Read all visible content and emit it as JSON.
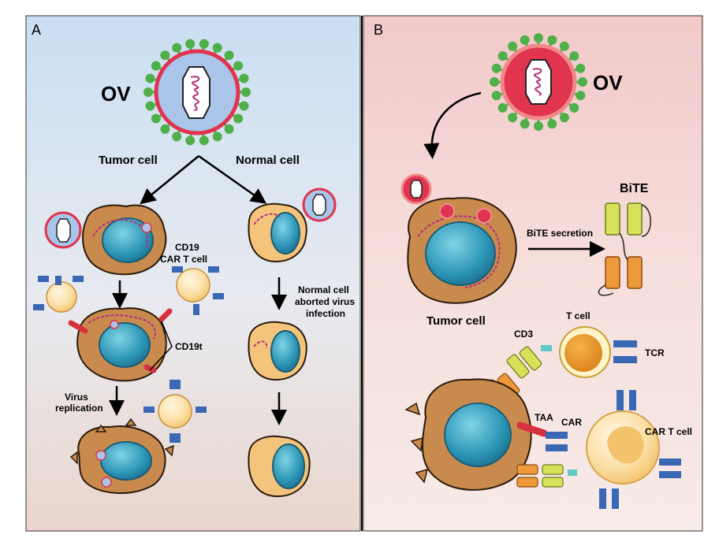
{
  "panel_a": {
    "letter": "A",
    "virus_label": "OV",
    "tumor_cell": "Tumor cell",
    "normal_cell": "Normal cell",
    "car_t_line1": "CD19",
    "car_t_line2": "CAR T cell",
    "cd19t": "CD19t",
    "normal_aborted_line1": "Normal cell",
    "normal_aborted_line2": "aborted virus",
    "normal_aborted_line3": "infection",
    "virus_replication_line1": "Virus",
    "virus_replication_line2": "replication"
  },
  "panel_b": {
    "letter": "B",
    "virus_label": "OV",
    "bite": "BiTE",
    "bite_secretion": "BiTE secretion",
    "tumor_cell": "Tumor cell",
    "t_cell": "T cell",
    "cd3": "CD3",
    "tcr": "TCR",
    "taa": "TAA",
    "car": "CAR",
    "car_t_cell": "CAR T cell"
  },
  "colors": {
    "panel_a_top": "#c9dff2",
    "panel_a_bottom": "#ead6cd",
    "panel_b_top": "#f2c9c9",
    "panel_b_bottom": "#f7e8e6",
    "tumor_brown": "#c98a4e",
    "nucleus_teal": "#2a93b4",
    "normal_cell": "#f5c47c",
    "virus_blue": "#9cbde4",
    "virus_red": "#e0344f",
    "spike_green": "#4fb04a",
    "receptor_blue": "#3a68b4",
    "bite_yellow": "#d7e25a",
    "bite_orange": "#ef9a3a"
  }
}
